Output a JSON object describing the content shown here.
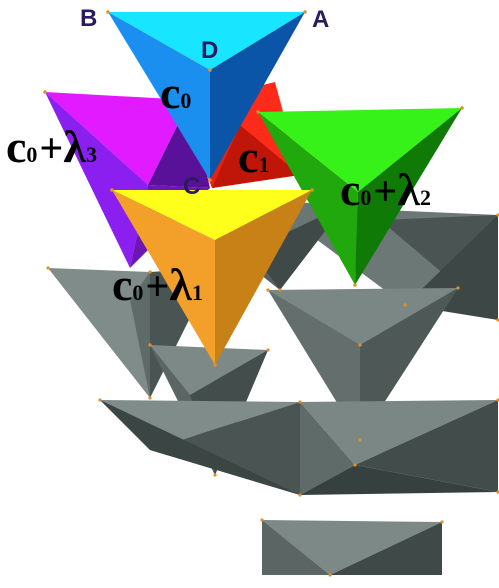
{
  "colors": {
    "background": "#ffffff",
    "grey_light": "#7f8c8a",
    "grey_mid": "#5f6b69",
    "grey_dark": "#3f4948",
    "grey_edge": "#2c3433",
    "cyan": "#18e5ff",
    "blue_mid": "#1a8ff0",
    "blue_dark": "#0a55a8",
    "magenta": "#e21aff",
    "purple": "#8a1ff0",
    "purple_dark": "#5a1199",
    "red": "#ff2b1a",
    "red_dark": "#c01509",
    "green_light": "#37f218",
    "green_mid": "#21a80c",
    "green_dark": "#0f7a06",
    "yellow": "#ffff1c",
    "orange": "#f2a02a",
    "orange_dark": "#c88116",
    "vertex_dot": "#e0902a"
  },
  "vertex_labels": {
    "a": "A",
    "b": "B",
    "c": "C",
    "d": "D"
  },
  "cells": {
    "c0": {
      "symbol": "c",
      "sub": "0",
      "plus": "",
      "lambda": "",
      "lambda_sub": ""
    },
    "c1": {
      "symbol": "c",
      "sub": "1",
      "plus": "",
      "lambda": "",
      "lambda_sub": ""
    },
    "c0_l1": {
      "symbol": "c",
      "sub": "0",
      "plus": "+",
      "lambda": "λ",
      "lambda_sub": "1"
    },
    "c0_l2": {
      "symbol": "c",
      "sub": "0",
      "plus": "+",
      "lambda": "λ",
      "lambda_sub": "2"
    },
    "c0_l3": {
      "symbol": "c",
      "sub": "0",
      "plus": "+",
      "lambda": "λ",
      "lambda_sub": "3"
    }
  }
}
